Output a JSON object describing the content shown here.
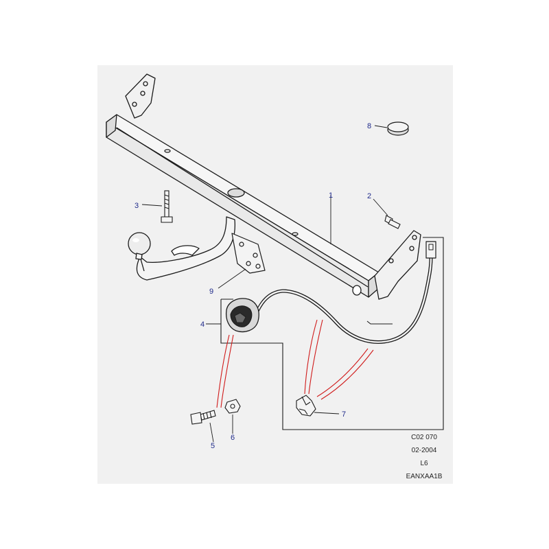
{
  "callouts": [
    {
      "id": "tow-bar-cross-member",
      "label": "1"
    },
    {
      "id": "bolt-flange",
      "label": "2"
    },
    {
      "id": "bolt-long",
      "label": "3"
    },
    {
      "id": "socket-wiring-harness",
      "label": "4"
    },
    {
      "id": "screw",
      "label": "5"
    },
    {
      "id": "nut",
      "label": "6"
    },
    {
      "id": "harness-clip",
      "label": "7"
    },
    {
      "id": "blanking-plug",
      "label": "8"
    },
    {
      "id": "socket-bracket",
      "label": "9"
    }
  ],
  "drawing_codes": {
    "illustration": "C02 070",
    "date": "02-2004",
    "model": "L6",
    "catalogue": "EANXAA1B"
  },
  "colors": {
    "sheet_background": "#f1f1f1",
    "line": "#1a1a1a",
    "callout_text": "#1f2a8a",
    "assembly_arrows": "#d01a1a"
  }
}
